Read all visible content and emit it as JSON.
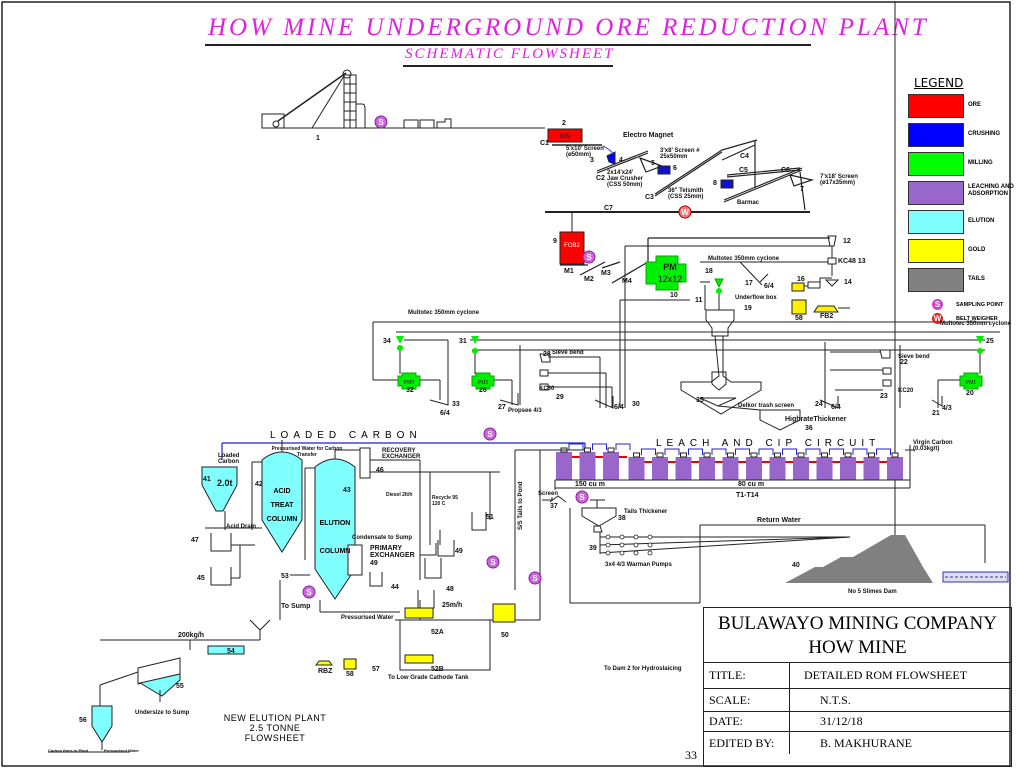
{
  "header": {
    "title": "HOW MINE UNDERGROUND ORE REDUCTION PLANT",
    "subtitle": "SCHEMATIC FLOWSHEET"
  },
  "legend": {
    "title": "LEGEND",
    "items": [
      {
        "label": "ORE",
        "color": "#ff0000"
      },
      {
        "label": "CRUSHING",
        "color": "#0000ff"
      },
      {
        "label": "MILLING",
        "color": "#00ff00"
      },
      {
        "label": "LEACHING AND ADSORPTION",
        "color": "#9966cc"
      },
      {
        "label": "ELUTION",
        "color": "#80ffff"
      },
      {
        "label": "GOLD",
        "color": "#ffff00"
      },
      {
        "label": "TAILS",
        "color": "#808080"
      }
    ],
    "symbols": [
      {
        "glyph": "S",
        "label": "SAMPLING POINT",
        "color": "#cc44cc"
      },
      {
        "glyph": "W",
        "label": "BELT WEIGHER",
        "color": "#dd2222"
      }
    ]
  },
  "title_block": {
    "company": "BULAWAYO MINING COMPANY",
    "site": "HOW MINE",
    "rows": [
      {
        "key": "TITLE:",
        "value": "DETAILED ROM FLOWSHEET"
      },
      {
        "key": "SCALE:",
        "value": "N.T.S."
      },
      {
        "key": "DATE:",
        "value": "31/12/18"
      },
      {
        "key": "EDITED BY:",
        "value": "B. MAKHURANE"
      }
    ],
    "page": "33"
  },
  "crushing": {
    "headgear_number": "1",
    "bin_number": "2",
    "bin_label": "BIN",
    "c1": "C1",
    "screen1": "5'x10' Screen (ø50mm)",
    "electro_magnet": "Electro Magnet",
    "jaw_number": "3",
    "jaw_num4": "4",
    "c2": "C2",
    "jaw_crusher": "2x14'x24' Jaw Crusher (CSS 50mm)",
    "screen2_number": "5",
    "screen2": "3'x8' Screen # 25x50mm",
    "crusher6": "6",
    "c3": "C3",
    "telsmith": "36\" Telsmith (CSS 25mm)",
    "c4": "C4",
    "c5": "C5",
    "c6": "C6",
    "crusher8": "8",
    "barmac": "Barmac",
    "screen7_number": "7",
    "screen7": "7'x18' Screen (ø17x35mm)",
    "c7": "C7"
  },
  "milling": {
    "fob_number": "9",
    "fob_label": "FOB2",
    "m1": "M1",
    "m2": "M2",
    "m3": "M3",
    "m4": "M4",
    "pm_label": "PM",
    "pm_size": "12x12",
    "pm_number": "10",
    "n11": "11",
    "n12": "12",
    "kc48": "KC48 13",
    "n14": "14",
    "n16": "16",
    "n58a": "58",
    "fb2": "FB2",
    "cyclone_top": "Multotec 350mm cyclone",
    "n18": "18",
    "n17": "17",
    "sump17": "6/4",
    "underflow_box": "Underflow box",
    "n19": "19",
    "cyclone_left": "Multotec 350mm cyclone",
    "cyclone_right": "Multotec 350mm cyclone",
    "n34": "34",
    "n31": "31",
    "n25": "25",
    "pm3": "PM3",
    "n32": "32",
    "n33": "33",
    "sump33": "6/4",
    "pm2": "PM2",
    "n26": "26",
    "n27": "27",
    "propsee": "Propsee 4/3",
    "n28": "28",
    "sieve_left": "Sieve bend",
    "kc30": "KC30",
    "n29": "29",
    "sump30": "6/4",
    "n30": "30",
    "n35": "35",
    "delkor": "Delkor trash screen",
    "thickener": "HighrateThickener",
    "n36": "36",
    "n24": "24",
    "sump24": "6/4",
    "sieve_right": "Sieve bend",
    "n22": "22",
    "kc20": "KC20",
    "n23": "23",
    "n21": "21",
    "sump21": "4/3",
    "pm1": "PM1",
    "n20": "20"
  },
  "leach": {
    "loaded_carbon": "LOADED CARBON",
    "title": "LEACH AND CIP CIRCUIT",
    "virgin_carbon": "Virgin Carbon (0.03kg/t)",
    "vol_leach": "150 cu m",
    "vol_cip": "80 cu m",
    "tank_range": "T1-T14",
    "tank_count": 15,
    "screen": "Screen",
    "n37": "37",
    "tails_thickener": "Tails Thickener",
    "n38": "38",
    "n39": "39",
    "pumps": "3x4 4/3 Warman Pumps",
    "return_water": "Return Water",
    "dam_number": "40",
    "dam": "No 5 Slimes Dam",
    "to_dam2": "To Dam 2 for Hydroslaicing"
  },
  "elution": {
    "loaded_carbon_label": "Loaded Carbon",
    "n41": "41",
    "hopper": "2.0t",
    "pressurised_water": "Pressurised Water for Carbon Transfer",
    "n42": "42",
    "acid_treat": [
      "ACID",
      "TREAT",
      "COLUMN"
    ],
    "n43": "43",
    "elution": [
      "ELUTION",
      "COLUMN"
    ],
    "recovery_exchanger": "RECOVERY EXCHANGER",
    "n46": "46",
    "diesel": "Diesel 2lt/h",
    "recycle": "Recycle 95 120 C",
    "n51": "51",
    "acid_drain": "Acid Drain",
    "n47": "47",
    "n45": "45",
    "condensate": "Condensate to Sump",
    "primary_exchanger": "PRIMARY EXCHANGER",
    "n49a": "49",
    "n44": "44",
    "n49": "49",
    "n48": "48",
    "n53": "53",
    "to_sump": "To Sump",
    "pressurised_water2": "Pressurised Water",
    "flow_25": "25m/h",
    "n52a": "52A",
    "n52b": "52B",
    "n50": "50",
    "to_pond": "S/S Tails to Pond",
    "rbz": "RBZ",
    "n58": "58",
    "n57": "57",
    "low_grade": "To Low Grade Cathode Tank",
    "flow_200": "200kg/h",
    "n54": "54",
    "n55": "55",
    "undersize": "Undersize to Sump",
    "n56": "56",
    "carbon_fines": "Carbon fines to Plant",
    "pressurised_water3": "Pressurised Water",
    "plant_title": "NEW ELUTION PLANT",
    "plant_subtitle": "2.5 TONNE FLOWSHEET"
  }
}
